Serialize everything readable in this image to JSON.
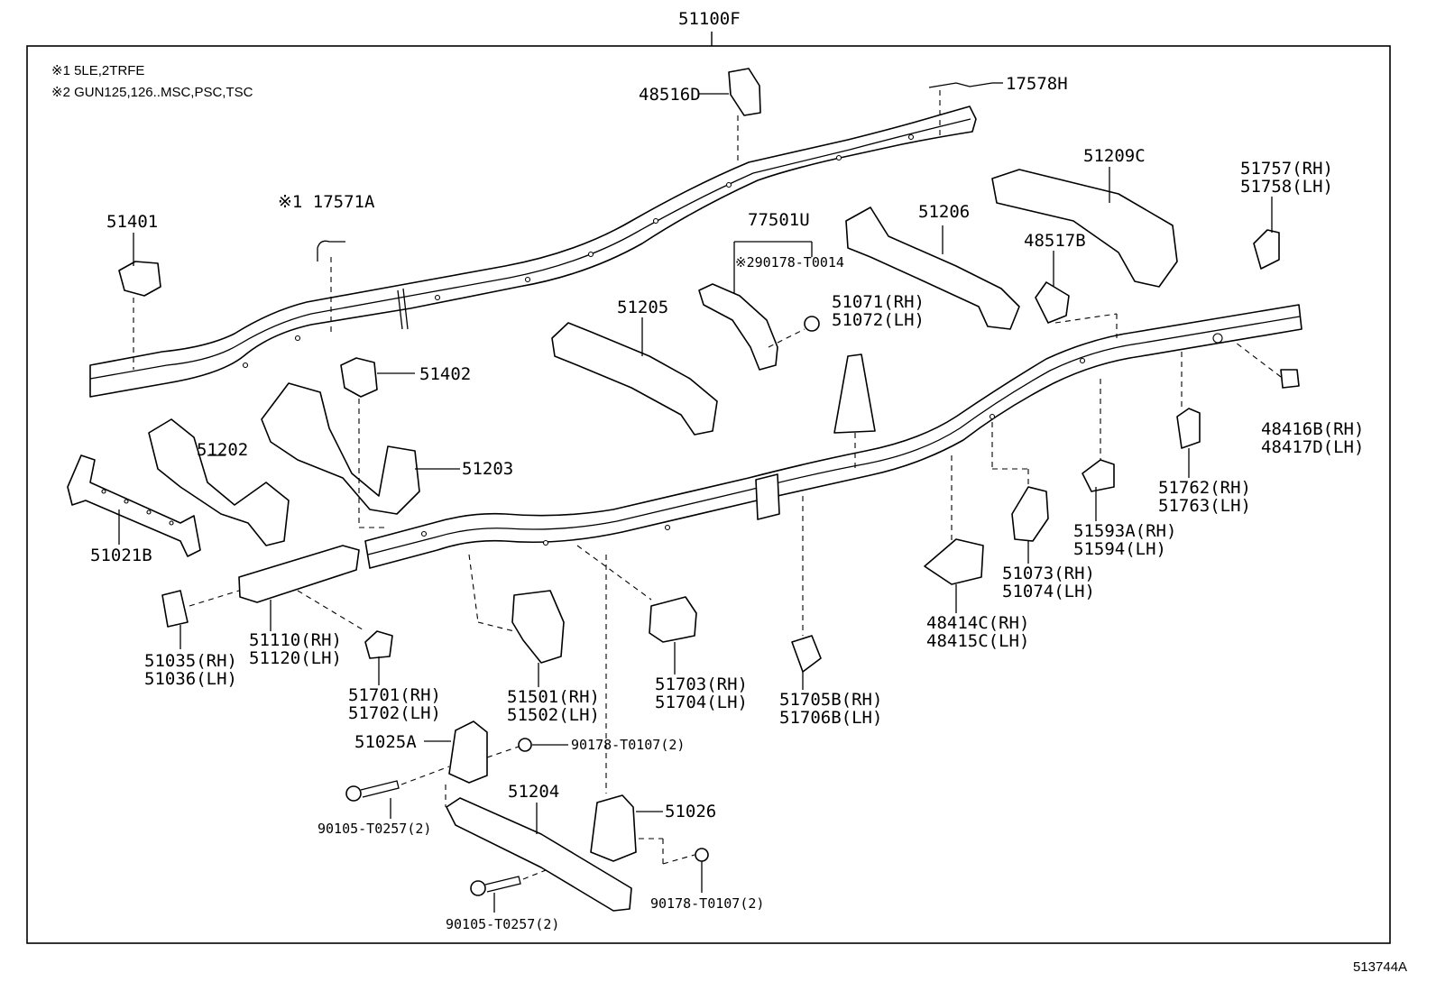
{
  "diagram_code": "513744A",
  "assembly_label": "51100F",
  "notes": [
    "※1 5LE,2TRFE",
    "※2 GUN125,126..MSC,PSC,TSC"
  ],
  "labels": {
    "p48516D": "48516D",
    "p17578H": "17578H",
    "p51209C": "51209C",
    "p51757": "51757(RH)",
    "p51758": "51758(LH)",
    "p51401": "51401",
    "p17571A": "※1 17571A",
    "p77501U": "77501U",
    "p90178_T0014": "※290178-T0014",
    "p51206": "51206",
    "p48517B": "48517B",
    "p51071": "51071(RH)",
    "p51072": "51072(LH)",
    "p51205": "51205",
    "p51402": "51402",
    "p51202": "51202",
    "p51203": "51203",
    "p48416B": "48416B(RH)",
    "p48417D": "48417D(LH)",
    "p51021B": "51021B",
    "p51762": "51762(RH)",
    "p51763": "51763(LH)",
    "p51593A": "51593A(RH)",
    "p51594": "51594(LH)",
    "p51073": "51073(RH)",
    "p51074": "51074(LH)",
    "p48414C": "48414C(RH)",
    "p48415C": "48415C(LH)",
    "p51110": "51110(RH)",
    "p51120": "51120(LH)",
    "p51035": "51035(RH)",
    "p51036": "51036(LH)",
    "p51701": "51701(RH)",
    "p51702": "51702(LH)",
    "p51501": "51501(RH)",
    "p51502": "51502(LH)",
    "p51703": "51703(RH)",
    "p51704": "51704(LH)",
    "p51705B": "51705B(RH)",
    "p51706B": "51706B(LH)",
    "p51025A": "51025A",
    "p90178_T0107_a": "90178-T0107(2)",
    "p51204": "51204",
    "p51026": "51026",
    "p90105_T0257_a": "90105-T0257(2)",
    "p90178_T0107_b": "90178-T0107(2)",
    "p90105_T0257_b": "90105-T0257(2)"
  }
}
